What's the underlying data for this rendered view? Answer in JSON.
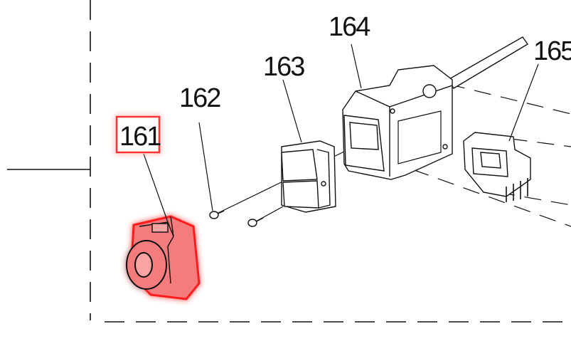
{
  "parts": [
    {
      "id": "161",
      "label": "161",
      "highlighted": true
    },
    {
      "id": "162",
      "label": "162",
      "highlighted": false
    },
    {
      "id": "163",
      "label": "163",
      "highlighted": false
    },
    {
      "id": "164",
      "label": "164",
      "highlighted": false
    },
    {
      "id": "165",
      "label": "165",
      "highlighted": false
    }
  ],
  "colors": {
    "highlight_fill": "#f47b7b",
    "highlight_glow": "#ff1a1a",
    "line": "#111111",
    "background": "#ffffff"
  }
}
